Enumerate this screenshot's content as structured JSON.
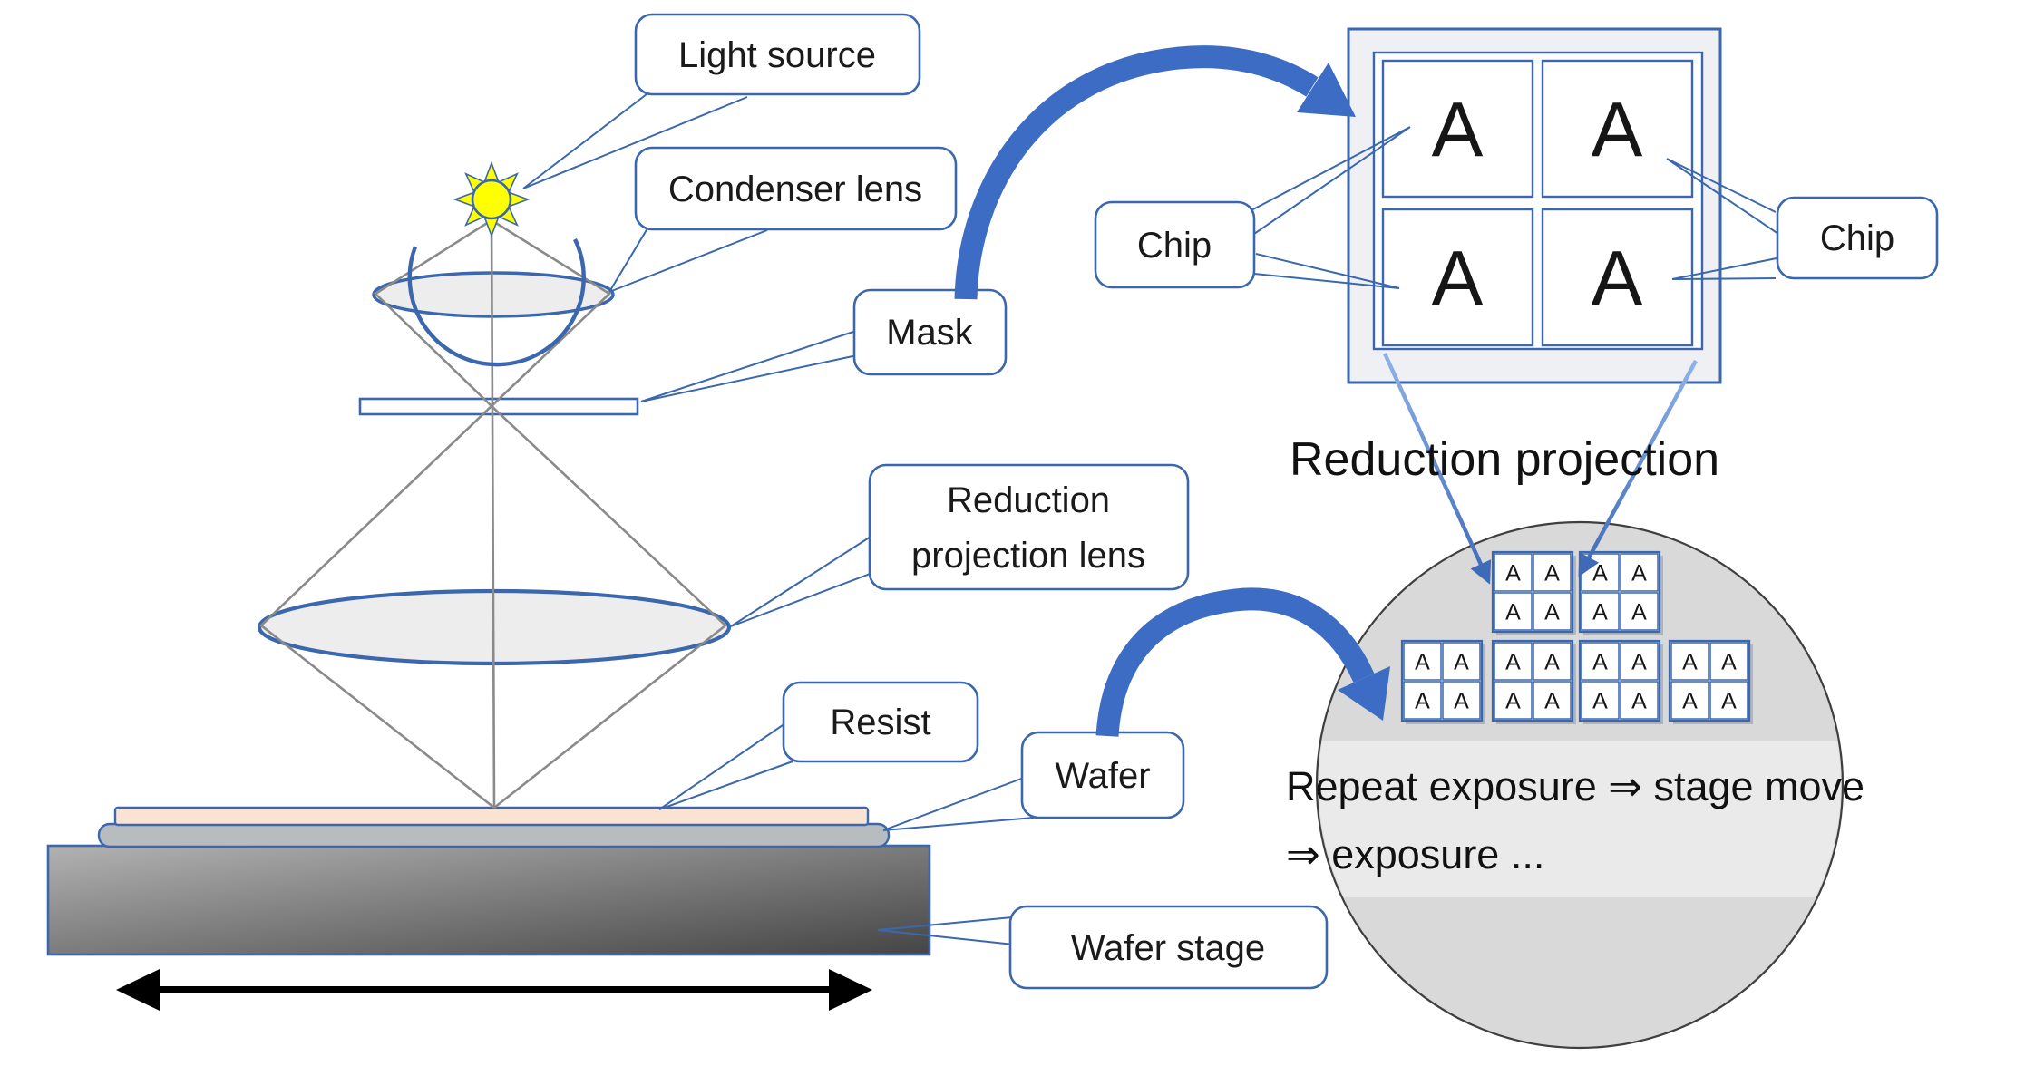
{
  "labels": {
    "light_source": "Light source",
    "condenser_lens": "Condenser lens",
    "mask": "Mask",
    "reduction_projection_lens_line1": "Reduction",
    "reduction_projection_lens_line2": "projection lens",
    "resist": "Resist",
    "wafer": "Wafer",
    "wafer_stage": "Wafer stage",
    "chip_left": "Chip",
    "chip_right": "Chip"
  },
  "annotations": {
    "reduction_projection": "Reduction projection",
    "repeat_line_1": "Repeat exposure ⇒ stage move",
    "repeat_line_2": "⇒ exposure ..."
  },
  "mask_detail": {
    "chip_letter": "A",
    "grid_rows": 2,
    "grid_cols": 2
  },
  "wafer_map": {
    "chip_letter": "A",
    "row_groups": [
      2,
      4
    ],
    "cells_per_group_rows": 2,
    "cells_per_group_cols": 2
  },
  "colors": {
    "outline_blue": "#3a67ad",
    "big_arrow_blue": "#3d6cc4",
    "projection_line_light": "#8fb3e8",
    "projection_line_dark": "#3f6ab8",
    "ray_gray": "#8a8a8a",
    "lens_fill": "#ededee",
    "resist_fill": "#f9e4d4",
    "wafer_fill": "#b9bcbf",
    "stage_gradient_start": "#b2b2b2",
    "stage_gradient_end": "#454545",
    "wafer_circle_fill": "#d9d9d9",
    "wafer_band_fill": "#eaeaea",
    "mask_panel_fill": "#eef0f4",
    "sun_fill": "#ffff00",
    "text_black": "#1a1a1a"
  }
}
